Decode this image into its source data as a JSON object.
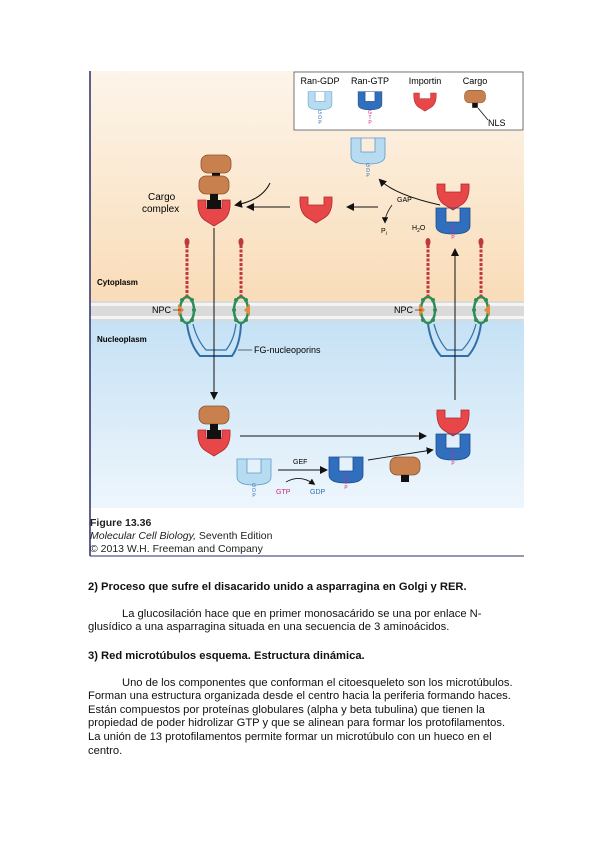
{
  "figure": {
    "legend": {
      "ran_gdp": "Ran-GDP",
      "ran_gtp": "Ran-GTP",
      "importin": "Importin",
      "cargo": "Cargo",
      "nls": "NLS"
    },
    "labels": {
      "cargo_complex_line1": "Cargo",
      "cargo_complex_line2": "complex",
      "gap": "GAP",
      "pi": "P",
      "pi_sub": "i",
      "h2o": "H",
      "h2o_sub": "2",
      "h2o_end": "O",
      "cytoplasm": "Cytoplasm",
      "nucleoplasm": "Nucleoplasm",
      "npc_left": "NPC",
      "npc_right": "NPC",
      "fg_nucleoporins": "FG-nucleoporins",
      "gef": "GEF",
      "gtp": "GTP",
      "gdp": "GDP",
      "gdp_letters": [
        "G",
        "D",
        "P"
      ],
      "gtp_letters": [
        "G",
        "T",
        "P"
      ]
    },
    "caption": {
      "number": "Figure 13.36",
      "book": "Molecular Cell Biology,",
      "edition": " Seventh Edition",
      "copyright": "© 2013 W.H. Freeman and Company"
    },
    "colors": {
      "cytoplasm_bg": "#fbe6cc",
      "nucleoplasm_bg": "#d4e9f8",
      "importin_red": "#e8474a",
      "ran_gtp_blue": "#2f6fbe",
      "ran_gdp_light": "#b7dcf2",
      "cargo_brown": "#c8804e"
    }
  },
  "sections": [
    {
      "heading": "2) Proceso que sufre el disacarido unido a asparragina en Golgi y RER.",
      "body": "La glucosilación hace que en primer monosacárido se una por enlace N-glusídico a una asparragina situada en una secuencia de 3 aminoácidos."
    },
    {
      "heading": "3) Red microtúbulos esquema. Estructura dinámica.",
      "body": "Uno de los componentes que conforman el citoesqueleto son los microtúbulos. Forman una estructura organizada desde el centro hacia la periferia formando haces. Están compuestos por proteínas globulares (alpha y beta tubulina) que tienen la propiedad de poder hidrolizar GTP y que se alinean para formar los protofilamentos. La unión de 13 protofilamentos permite formar un microtúbulo con un hueco en el centro."
    }
  ]
}
